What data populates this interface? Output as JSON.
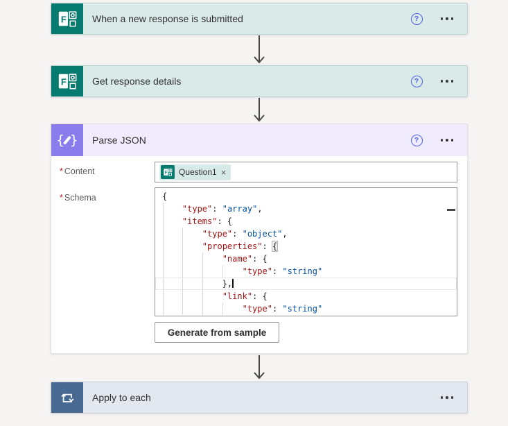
{
  "colors": {
    "canvas_bg": "#f5f4f3",
    "forms_teal": "#067a6f",
    "forms_header_bg": "#d9eae8",
    "parse_purple": "#8a7ced",
    "parse_header_bg": "#f0ecfd",
    "apply_blue": "#486991",
    "apply_header_bg": "#e3e7ef",
    "help_blue": "#4c5fe4",
    "arrow_gray": "#474543",
    "code_key": "#a31515",
    "code_value": "#0451a5",
    "token_bg": "#d5e9e7"
  },
  "trigger": {
    "title": "When a new response is submitted",
    "help_label": "?"
  },
  "get_response": {
    "title": "Get response details",
    "help_label": "?"
  },
  "parse_json": {
    "title": "Parse JSON",
    "help_label": "?",
    "required_mark": "*",
    "content_label": "Content",
    "schema_label": "Schema",
    "token": {
      "label": "Question1",
      "remove": "×"
    },
    "generate_button": "Generate from sample",
    "schema_lines": [
      {
        "segs": [
          {
            "c": "p",
            "t": "{"
          }
        ]
      },
      {
        "segs": [
          {
            "c": "p",
            "t": "    "
          },
          {
            "c": "k",
            "t": "\"type\""
          },
          {
            "c": "p",
            "t": ": "
          },
          {
            "c": "v",
            "t": "\"array\""
          },
          {
            "c": "p",
            "t": ","
          }
        ]
      },
      {
        "segs": [
          {
            "c": "p",
            "t": "    "
          },
          {
            "c": "k",
            "t": "\"items\""
          },
          {
            "c": "p",
            "t": ": {"
          }
        ]
      },
      {
        "segs": [
          {
            "c": "p",
            "t": "        "
          },
          {
            "c": "k",
            "t": "\"type\""
          },
          {
            "c": "p",
            "t": ": "
          },
          {
            "c": "v",
            "t": "\"object\""
          },
          {
            "c": "p",
            "t": ","
          }
        ]
      },
      {
        "segs": [
          {
            "c": "p",
            "t": "        "
          },
          {
            "c": "k",
            "t": "\"properties\""
          },
          {
            "c": "p",
            "t": ": "
          },
          {
            "c": "p",
            "t": "{",
            "hl": true
          }
        ]
      },
      {
        "segs": [
          {
            "c": "p",
            "t": "            "
          },
          {
            "c": "k",
            "t": "\"name\""
          },
          {
            "c": "p",
            "t": ": {"
          }
        ]
      },
      {
        "segs": [
          {
            "c": "p",
            "t": "                "
          },
          {
            "c": "k",
            "t": "\"type\""
          },
          {
            "c": "p",
            "t": ": "
          },
          {
            "c": "v",
            "t": "\"string\""
          }
        ]
      },
      {
        "segs": [
          {
            "c": "p",
            "t": "            },"
          }
        ],
        "cursor": true
      },
      {
        "segs": [
          {
            "c": "p",
            "t": "            "
          },
          {
            "c": "k",
            "t": "\"link\""
          },
          {
            "c": "p",
            "t": ": {"
          }
        ]
      },
      {
        "segs": [
          {
            "c": "p",
            "t": "                "
          },
          {
            "c": "k",
            "t": "\"type\""
          },
          {
            "c": "p",
            "t": ": "
          },
          {
            "c": "v",
            "t": "\"string\""
          }
        ]
      }
    ]
  },
  "apply_each": {
    "title": "Apply to each"
  }
}
